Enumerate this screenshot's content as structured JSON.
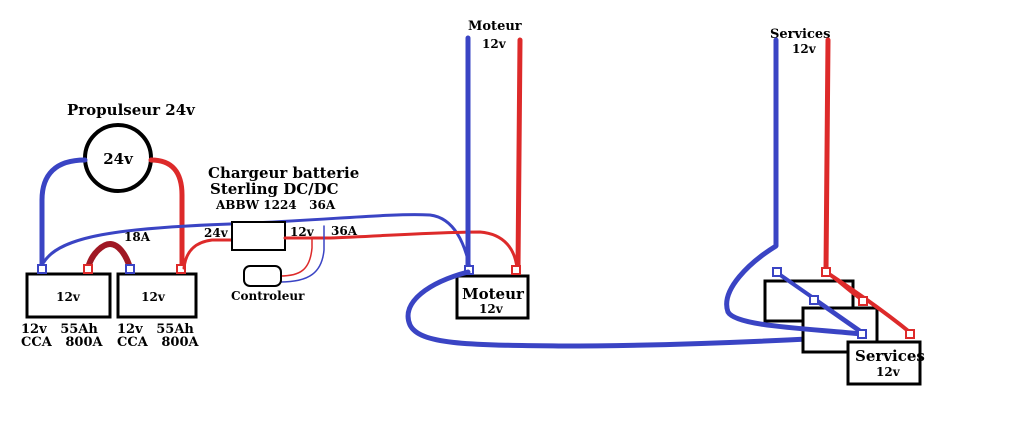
{
  "propulseur": {
    "title": "Propulseur 24v",
    "circle_label": "24v"
  },
  "chargeur": {
    "title_line1": "Chargeur batterie",
    "title_line2": "Sterling DC/DC",
    "model": "ABBW 1224   36A",
    "in_label": "24v",
    "out_label": "12v",
    "amp_label": "36A"
  },
  "jumper_label": "18A",
  "controleur_label": "Controleur",
  "battery1": {
    "label": "12v",
    "spec1": "12v   55Ah",
    "spec2": "CCA   800A"
  },
  "battery2": {
    "label": "12v",
    "spec1": "12v   55Ah",
    "spec2": "CCA   800A"
  },
  "moteur": {
    "top_title": "Moteur",
    "top_volt": "12v",
    "box_title": "Moteur",
    "box_volt": "12v"
  },
  "services": {
    "top_title": "Services",
    "top_volt": "12v",
    "box_title": "Services",
    "box_volt": "12v"
  },
  "colors": {
    "negative": "#3a44c4",
    "positive": "#dd2a2a",
    "jumper": "#a01824"
  }
}
